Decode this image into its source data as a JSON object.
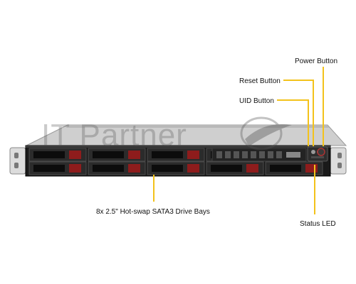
{
  "labels": {
    "power_button": "Power Button",
    "reset_button": "Reset Button",
    "uid_button": "UID Button",
    "drive_bays": "8x 2.5\" Hot-swap SATA3 Drive Bays",
    "status_led": "Status LED"
  },
  "watermark": {
    "text": "IT Partner"
  },
  "colors": {
    "callout_line": "#f3c21b",
    "chassis_body": "#1c1c1c",
    "chassis_top": "#c7c7c7",
    "drive_latch": "#b22222",
    "rack_ear": "#d9d9d9"
  }
}
